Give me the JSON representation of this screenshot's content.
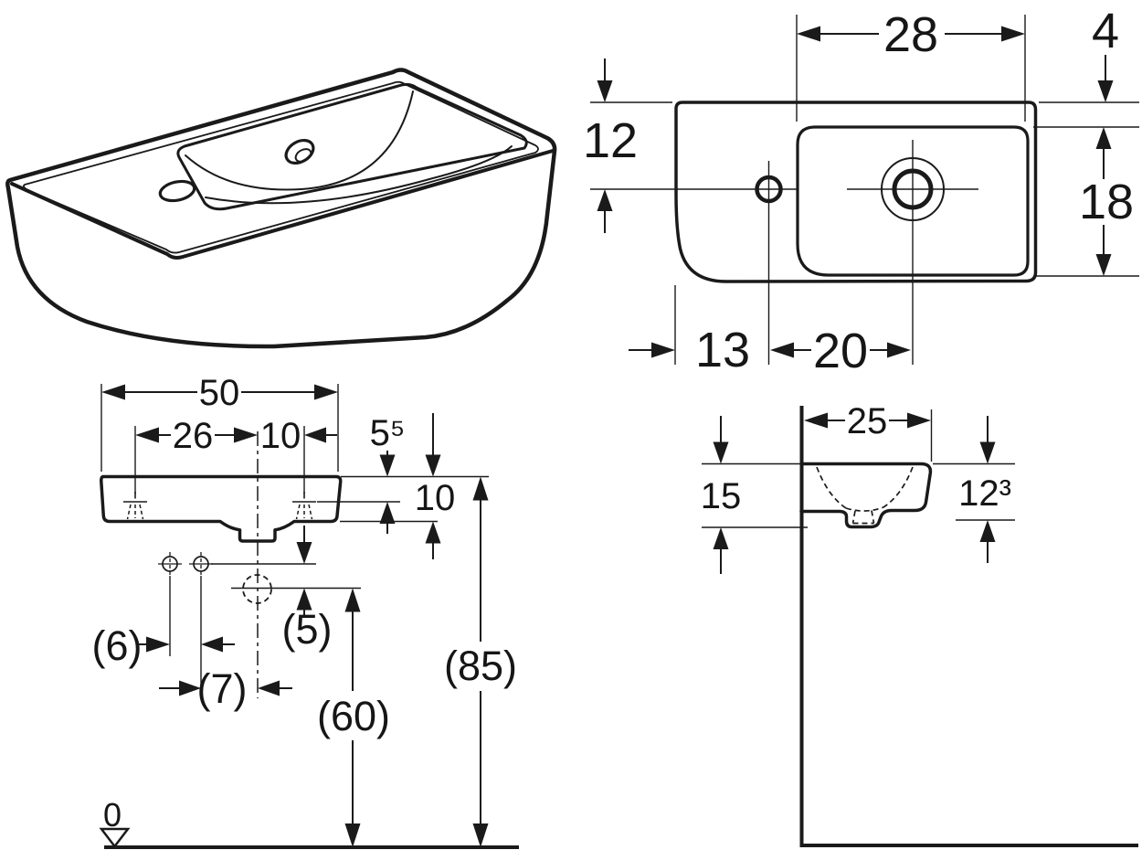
{
  "document": {
    "type": "sanitaryware technical installation drawing",
    "subject": "wall-hung hand-rinse washbasin with left tap hole",
    "unit_hint": "cm"
  },
  "views": {
    "perspective": {
      "label": "isometric product view"
    },
    "top": {
      "label": "plan view",
      "dimensions": {
        "bowl_width": "28",
        "rear_edge": "4",
        "tap_from_rear": "12",
        "bowl_depth": "18",
        "tap_from_left": "13",
        "tap_to_drain": "20"
      }
    },
    "front": {
      "label": "front elevation",
      "dimensions": {
        "overall_width": "50",
        "fixing_hole_spacing": "26",
        "fixing_hole_to_centre": "10",
        "rim_to_fixing_holes": "5⁵",
        "apron_height": "10",
        "supply_spacing": "(6)",
        "supply_to_centre": "(7)",
        "supply_to_trap": "(5)",
        "trap_height": "(60)",
        "rim_height": "(85)",
        "floor_level": "0"
      }
    },
    "side": {
      "label": "side section",
      "dimensions": {
        "depth": "25",
        "front_height": "15",
        "front_edge_height": "12³"
      }
    }
  }
}
